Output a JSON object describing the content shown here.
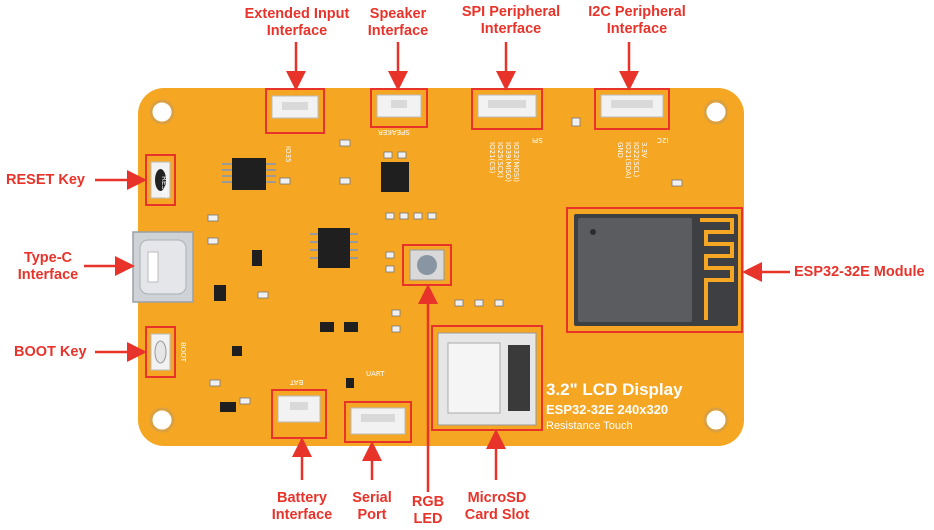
{
  "callouts": {
    "extended_input": [
      "Extended Input",
      "Interface"
    ],
    "speaker": [
      "Speaker",
      "Interface"
    ],
    "spi": [
      "SPI Peripheral",
      "Interface"
    ],
    "i2c": [
      "I2C Peripheral",
      "Interface"
    ],
    "reset_key": "RESET Key",
    "type_c": [
      "Type-C",
      "Interface"
    ],
    "boot_key": "BOOT Key",
    "esp32_module": "ESP32-32E Module",
    "battery": [
      "Battery",
      "Interface"
    ],
    "serial_port": [
      "Serial",
      "Port"
    ],
    "rgb_led": [
      "RGB",
      "LED"
    ],
    "microsd": [
      "MicroSD",
      "Card Slot"
    ]
  },
  "board": {
    "title": "3.2\" LCD Display",
    "model": "ESP32-32E  240x320",
    "touch": "Resistance Touch",
    "silk_reset": "RESET",
    "silk_boot": "BOOT",
    "silk_speaker": "SPEAKER",
    "silk_spi": "SPI",
    "silk_i2c": "I2C",
    "silk_bat": "BAT",
    "silk_uart": "UART",
    "silk_io35": "IO35",
    "silk_spi_pins": [
      "IO32(MOSI)",
      "IO39(MISO)",
      "IO25(SCK)",
      "IO21(CS)"
    ],
    "silk_i2c_pins": [
      "3.3V",
      "IO22(SCL)",
      "IO21(SDA)",
      "GND"
    ]
  },
  "colors": {
    "callout_red": "#e8332a",
    "board_orange": "#f5a623",
    "board_dark": "#e8952a",
    "white": "#ffffff"
  }
}
